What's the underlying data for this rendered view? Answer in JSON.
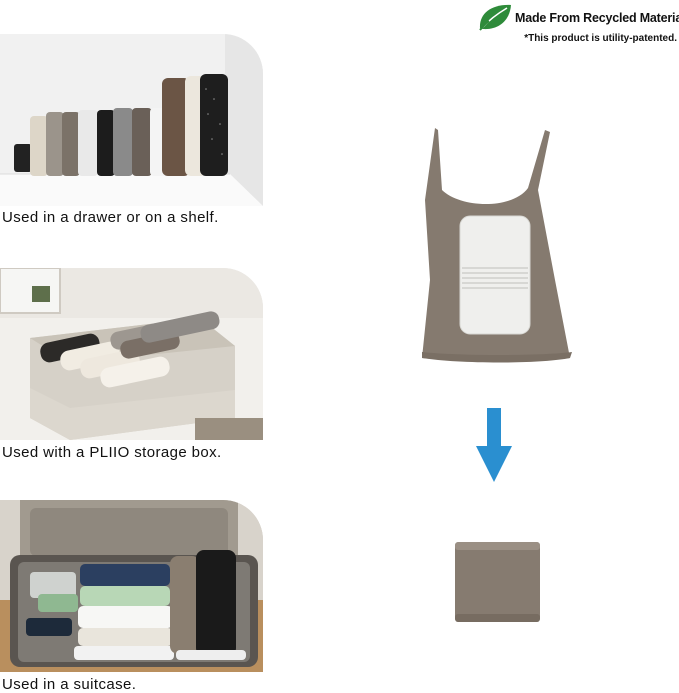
{
  "badge": {
    "title": "Made From Recycled Materials",
    "note": "*This product is utility-patented.",
    "leaf_color": "#2e8b3a",
    "icon": "leaf-icon"
  },
  "panels": [
    {
      "caption": "Used in a drawer or on a shelf."
    },
    {
      "caption": "Used with a PLIIO storage box."
    },
    {
      "caption": "Used in a suitcase."
    }
  ],
  "colors": {
    "arrow": "#2a8fd0",
    "garment": "#857a6f",
    "board": "#efefed"
  },
  "arrow_icon": "arrow-down-icon"
}
